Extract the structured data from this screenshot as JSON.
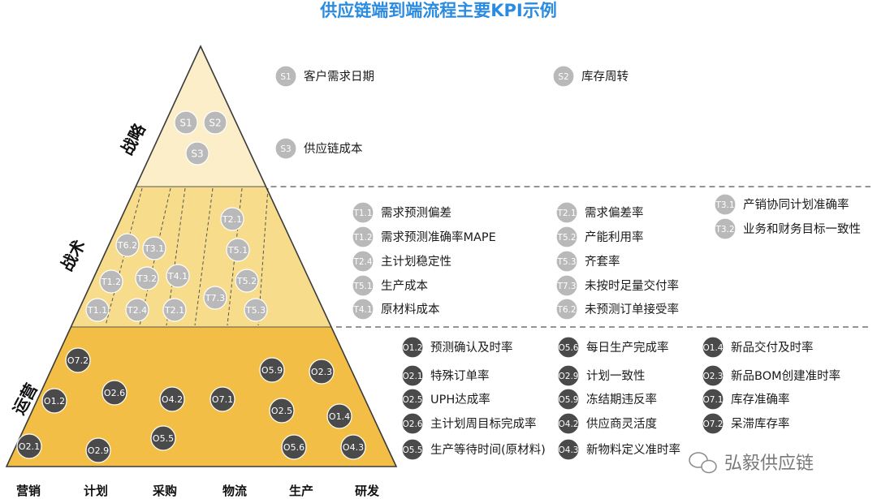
{
  "title": "供应链端到端流程主要KPI示例",
  "colors": {
    "title": "#2a8be0",
    "strategic_fill": "#fbeec8",
    "tactical_fill": "#f7dc8c",
    "operational_fill": "#f3be46",
    "outline": "#3a3a3a",
    "light_badge": "#b9b9b9",
    "dark_badge": "#4a4a4a",
    "text": "#1a1a1a"
  },
  "levels": [
    {
      "id": "strategic",
      "label": "战略"
    },
    {
      "id": "tactical",
      "label": "战术"
    },
    {
      "id": "operational",
      "label": "运营"
    }
  ],
  "functions": [
    "营销",
    "计划",
    "采购",
    "物流",
    "生产",
    "研发"
  ],
  "pyramid_badges": {
    "strategic": [
      "S1",
      "S2",
      "S3"
    ],
    "tactical": [
      "T2.1",
      "T6.2",
      "T3.1",
      "T5.1",
      "T1.2",
      "T3.2",
      "T4.1",
      "T5.2",
      "T7.3",
      "T1.1",
      "T2.4",
      "T2.1",
      "T5.3"
    ],
    "operational": [
      "O7.2",
      "O5.9",
      "O2.3",
      "O2.6",
      "O1.2",
      "O4.2",
      "O7.1",
      "O2.5",
      "O1.4",
      "O5.5",
      "O2.1",
      "O2.9",
      "O5.6",
      "O4.3"
    ]
  },
  "legend": {
    "strategic": [
      {
        "code": "S1",
        "label": "客户需求日期"
      },
      {
        "code": "S2",
        "label": "库存周转"
      },
      {
        "code": "S3",
        "label": "供应链成本"
      }
    ],
    "tactical": [
      [
        {
          "code": "T1.1",
          "label": "需求预测偏差"
        },
        {
          "code": "T1.2",
          "label": "需求预测准确率MAPE"
        },
        {
          "code": "T2.4",
          "label": "主计划稳定性"
        },
        {
          "code": "T5.1",
          "label": "生产成本"
        },
        {
          "code": "T4.1",
          "label": "原材料成本"
        }
      ],
      [
        {
          "code": "T2.1",
          "label": "需求偏差率"
        },
        {
          "code": "T5.2",
          "label": "产能利用率"
        },
        {
          "code": "T5.3",
          "label": "齐套率"
        },
        {
          "code": "T7.3",
          "label": "未按时足量交付率"
        },
        {
          "code": "T6.2",
          "label": "未预测订单接受率"
        }
      ],
      [
        {
          "code": "T3.1",
          "label": "产销协同计划准确率"
        },
        {
          "code": "T3.2",
          "label": "业务和财务目标一致性"
        }
      ]
    ],
    "operational": [
      [
        {
          "code": "O1.2",
          "label": "预测确认及时率"
        },
        {
          "code": "O2.1",
          "label": "特殊订单率"
        },
        {
          "code": "O2.5",
          "label": "UPH达成率"
        },
        {
          "code": "O2.6",
          "label": "主计划周目标完成率"
        },
        {
          "code": "O5.5",
          "label": "生产等待时间(原材料)"
        }
      ],
      [
        {
          "code": "O5.6",
          "label": "每日生产完成率"
        },
        {
          "code": "O2.9",
          "label": "计划一致性"
        },
        {
          "code": "O5.9",
          "label": "冻结期违反率"
        },
        {
          "code": "O4.2",
          "label": "供应商灵活度"
        },
        {
          "code": "O4.3",
          "label": "新物料定义准时率"
        }
      ],
      [
        {
          "code": "O1.4",
          "label": "新品交付及时率"
        },
        {
          "code": "O2.3",
          "label": "新品BOM创建准时率"
        },
        {
          "code": "O7.1",
          "label": "库存准确率"
        },
        {
          "code": "O7.2",
          "label": "呆滞库存率"
        }
      ]
    ]
  },
  "watermark": "弘毅供应链"
}
